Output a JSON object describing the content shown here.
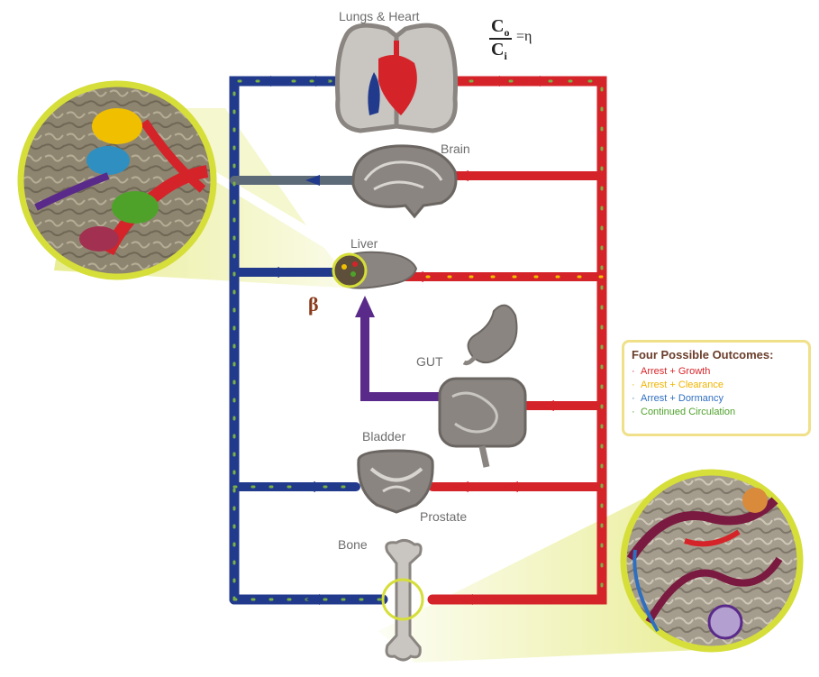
{
  "organs": {
    "lungs_heart": "Lungs & Heart",
    "brain": "Brain",
    "liver": "Liver",
    "gut": "GUT",
    "bladder": "Bladder",
    "prostate": "Prostate",
    "bone": "Bone"
  },
  "equation": {
    "numerator": "C",
    "numerator_sub": "o",
    "denominator": "C",
    "denominator_sub": "i",
    "rhs": "=η"
  },
  "beta_symbol": "β",
  "legend": {
    "title": "Four  Possible Outcomes:",
    "items": [
      {
        "text": "Arrest + Growth",
        "color": "#d8262a"
      },
      {
        "text": "Arrest + Clearance",
        "color": "#f0b400"
      },
      {
        "text": "Arrest + Dormancy",
        "color": "#2f6fc0"
      },
      {
        "text": "Continued Circulation",
        "color": "#4ea22a"
      }
    ]
  },
  "colors": {
    "arterial": "#d5232a",
    "venous": "#223a8c",
    "portal": "#5a2a8a",
    "highlight": "#d6de3a",
    "organ_fill": "#8a8580",
    "tissue": "#8e8570"
  }
}
